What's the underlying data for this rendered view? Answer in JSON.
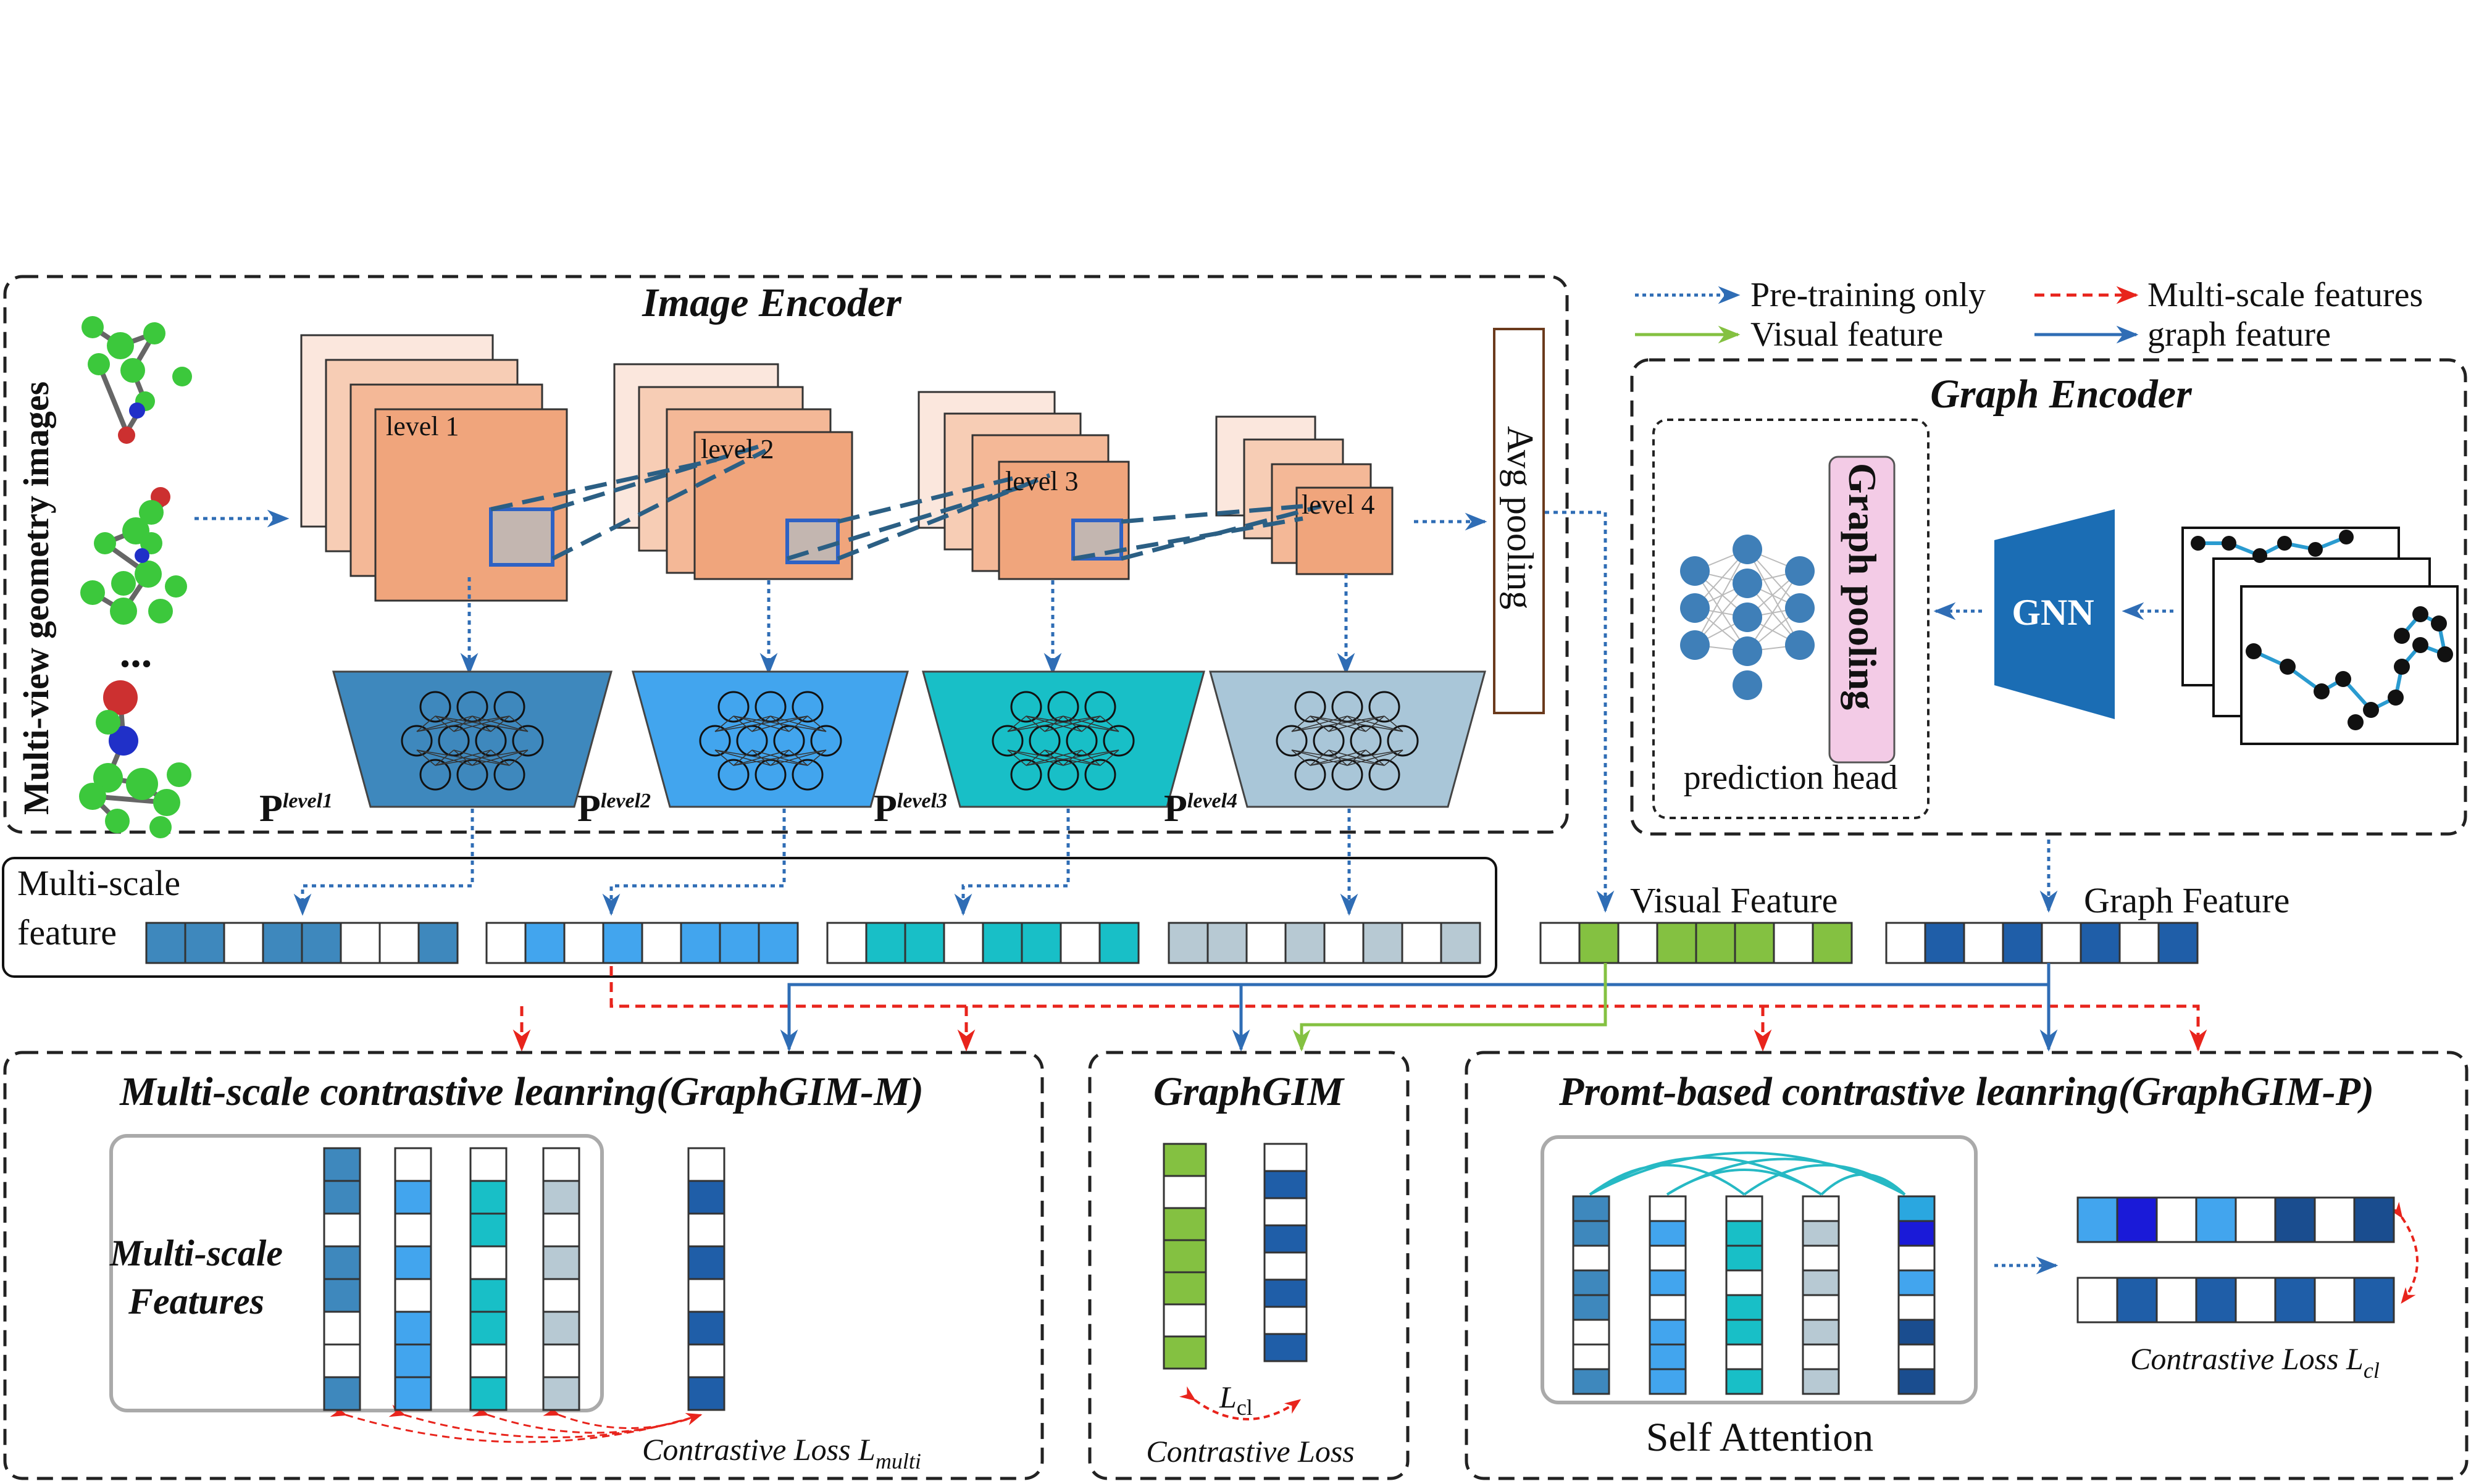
{
  "image_encoder": {
    "title": "Image Encoder",
    "side_label": "Multi-view geometry images",
    "ellipsis": "...",
    "levels": [
      "level 1",
      "level 2",
      "level 3",
      "level 4"
    ],
    "avg_pooling": "Avg pooling",
    "projection_heads": [
      {
        "prefix": "P",
        "sup": "level1",
        "color": "#3e88bd"
      },
      {
        "prefix": "P",
        "sup": "level2",
        "color": "#42a5ee"
      },
      {
        "prefix": "P",
        "sup": "level3",
        "color": "#18bfc7"
      },
      {
        "prefix": "P",
        "sup": "level4",
        "color": "#a9c6d8"
      }
    ]
  },
  "legend": {
    "pretraining": "Pre-training only",
    "multiscale": "Multi-scale features",
    "visual": "Visual feature",
    "graph": "graph feature"
  },
  "graph_encoder": {
    "title": "Graph Encoder",
    "pooling": "Graph pooling",
    "gnn": "GNN",
    "prediction_head": "prediction head"
  },
  "features": {
    "multiscale_label": [
      "Multi-scale",
      "feature"
    ],
    "visual_label": "Visual Feature",
    "graph_label": "Graph Feature"
  },
  "modules": {
    "m_title": "Multi-scale contrastive leanring(GraphGIM-M)",
    "m_inner": [
      "Multi-scale",
      "Features"
    ],
    "m_loss": "Contrastive Loss L",
    "m_loss_sub": "multi",
    "g_title": "GraphGIM",
    "g_lcl": "L",
    "g_lcl_sub": "cl",
    "g_loss": "Contrastive Loss",
    "p_title": "Promt-based contrastive leanring(GraphGIM-P)",
    "p_attention": "Self Attention",
    "p_loss": "Contrastive Loss L",
    "p_loss_sub": "cl"
  },
  "colors": {
    "dark_blue": "#1f5ea8",
    "mid_blue": "#3e88bd",
    "light_blue": "#42a5ee",
    "cyan": "#18bfc7",
    "grey_blue": "#b7c9d3",
    "green": "#84c141",
    "navy": "#1a4d8f",
    "salmon": "#f0a57c",
    "red": "#e8241c",
    "arrow_blue": "#2f6db5"
  }
}
